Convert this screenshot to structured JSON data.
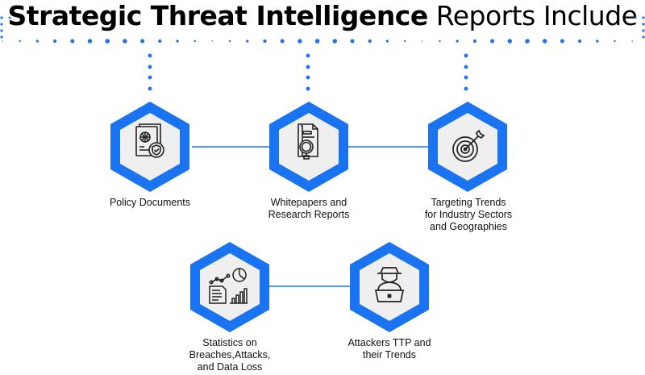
{
  "title": {
    "bold": "Strategic Threat Intelligence",
    "regular": "Reports Include"
  },
  "colors": {
    "accent": "#1a73f0",
    "hex_fill": "#efefef",
    "icon": "#222222"
  },
  "items": [
    {
      "label_lines": [
        "Policy Documents"
      ],
      "icon": "passport-shield-icon"
    },
    {
      "label_lines": [
        "Whitepapers and",
        "Research Reports"
      ],
      "icon": "document-magnifier-icon"
    },
    {
      "label_lines": [
        "Targeting Trends",
        "for Industry Sectors",
        "and Geographies"
      ],
      "icon": "target-arrow-icon"
    },
    {
      "label_lines": [
        "Statistics on",
        "Breaches,Attacks,",
        "and Data Loss"
      ],
      "icon": "statistics-chart-icon"
    },
    {
      "label_lines": [
        "Attackers TTP and",
        "their Trends"
      ],
      "icon": "hacker-laptop-icon"
    }
  ]
}
